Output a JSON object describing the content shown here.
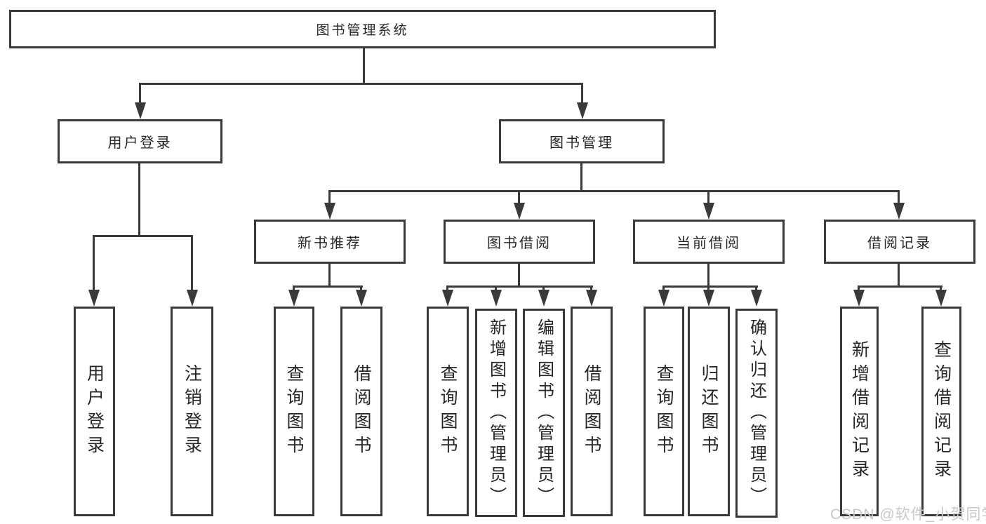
{
  "diagram": {
    "type": "hierarchy-tree",
    "root": {
      "label": "图书管理系统"
    },
    "children": [
      {
        "label": "用户登录",
        "children": [
          {
            "label": "用户登录"
          },
          {
            "label": "注销登录"
          }
        ]
      },
      {
        "label": "图书管理",
        "children": [
          {
            "label": "新书推荐",
            "children": [
              {
                "label": "查询图书"
              },
              {
                "label": "借阅图书"
              }
            ]
          },
          {
            "label": "图书借阅",
            "children": [
              {
                "label": "查询图书"
              },
              {
                "label": "新增图书（管理员）"
              },
              {
                "label": "编辑图书（管理员）"
              },
              {
                "label": "借阅图书"
              }
            ]
          },
          {
            "label": "当前借阅",
            "children": [
              {
                "label": "查询图书"
              },
              {
                "label": "归还图书"
              },
              {
                "label": "确认归还（管理员）"
              }
            ]
          },
          {
            "label": "借阅记录",
            "children": [
              {
                "label": "新增借阅记录"
              },
              {
                "label": "查询借阅记录"
              }
            ]
          }
        ]
      }
    ],
    "colors": {
      "line": "#3a3a3a",
      "text": "#262626",
      "background": "#ffffff",
      "watermark_text": "#c8c8c8"
    }
  },
  "watermark": {
    "text": "CSDN @软件_小贺同学"
  }
}
